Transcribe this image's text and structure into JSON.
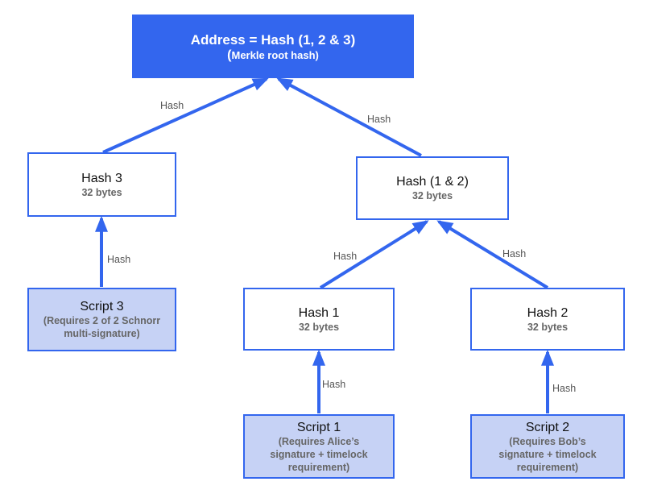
{
  "colors": {
    "accent": "#3366ee",
    "script_fill": "#c6d2f5",
    "subtext": "#666666"
  },
  "root": {
    "title": "Address = Hash (1, 2 & 3)",
    "subtitle_open": "(",
    "subtitle": "Merkle root hash)"
  },
  "nodes": {
    "hash3": {
      "title": "Hash 3",
      "subtitle": "32 bytes"
    },
    "hash12": {
      "title": "Hash (1 & 2)",
      "subtitle": "32 bytes"
    },
    "hash1": {
      "title": "Hash 1",
      "subtitle": "32 bytes"
    },
    "hash2": {
      "title": "Hash 2",
      "subtitle": "32 bytes"
    },
    "script3": {
      "title": "Script 3",
      "lines": [
        "(Requires 2 of 2 Schnorr",
        "multi-signature)"
      ]
    },
    "script1": {
      "title": "Script 1",
      "lines": [
        "(Requires Alice’s",
        "signature + timelock",
        "requirement)"
      ]
    },
    "script2": {
      "title": "Script 2",
      "lines": [
        "(Requires Bob’s",
        "signature + timelock",
        "requirement)"
      ]
    }
  },
  "edge_labels": {
    "hash3_to_root": "Hash",
    "hash12_to_root": "Hash",
    "script3_to_hash3": "Hash",
    "hash1_to_hash12": "Hash",
    "hash2_to_hash12": "Hash",
    "script1_to_hash1": "Hash",
    "script2_to_hash2": "Hash"
  }
}
